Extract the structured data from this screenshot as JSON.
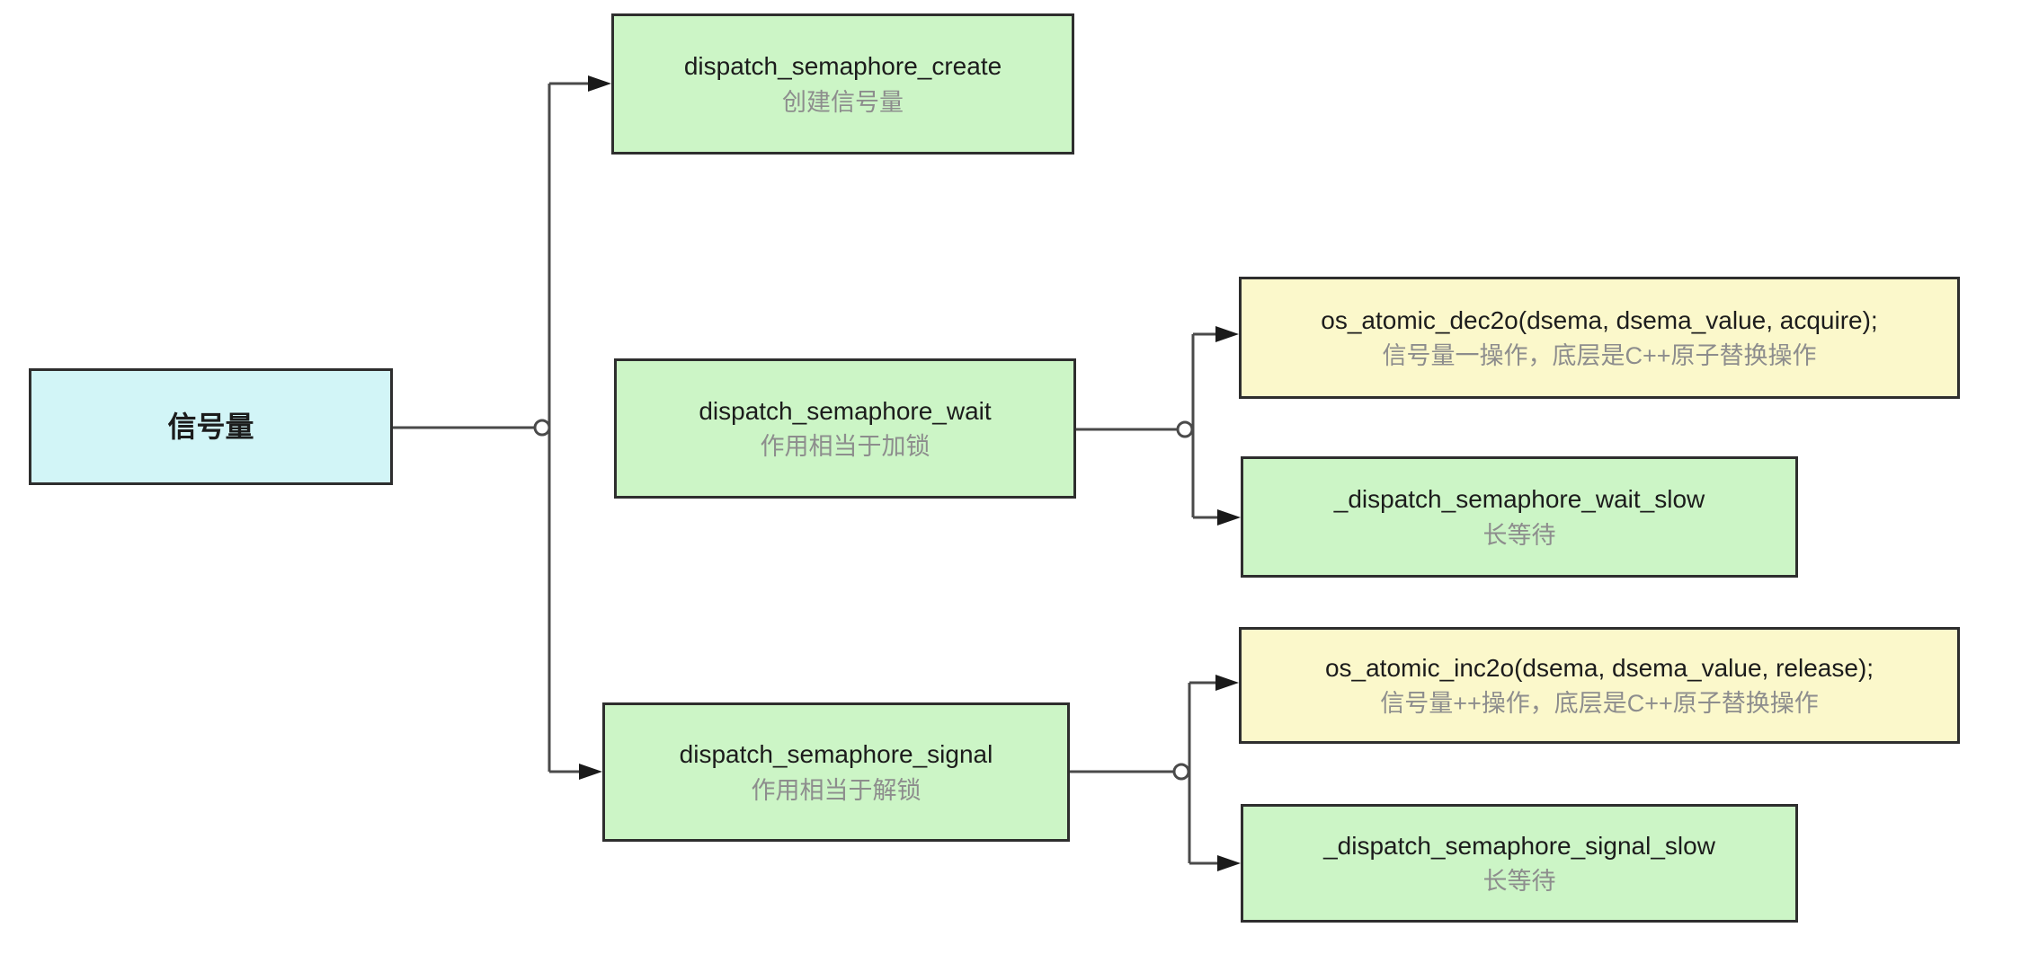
{
  "colors": {
    "canvas_bg": "#ffffff",
    "root_bg": "#d2f5f7",
    "node_bg": "#ccf5c6",
    "code_bg": "#fbf8cb",
    "border": "#2e2e2e",
    "line": "#4a4a4a",
    "arrow": "#1a1a1a",
    "title_text": "#1c1c1c",
    "subtitle_text": "#8d8d8d"
  },
  "nodes": {
    "root": {
      "title": "信号量"
    },
    "create": {
      "title": "dispatch_semaphore_create",
      "subtitle": "创建信号量"
    },
    "wait": {
      "title": "dispatch_semaphore_wait",
      "subtitle": "作用相当于加锁"
    },
    "signal": {
      "title": "dispatch_semaphore_signal",
      "subtitle": "作用相当于解锁"
    },
    "wait_atomic": {
      "title": "os_atomic_dec2o(dsema, dsema_value, acquire);",
      "subtitle": "信号量一操作，底层是C++原子替换操作"
    },
    "wait_slow": {
      "title": "_dispatch_semaphore_wait_slow",
      "subtitle": "长等待"
    },
    "signal_atomic": {
      "title": "os_atomic_inc2o(dsema, dsema_value, release);",
      "subtitle": "信号量++操作，底层是C++原子替换操作"
    },
    "signal_slow": {
      "title": "_dispatch_semaphore_signal_slow",
      "subtitle": "长等待"
    }
  },
  "edges": [
    {
      "from": "root",
      "to": "create"
    },
    {
      "from": "root",
      "to": "wait"
    },
    {
      "from": "root",
      "to": "signal"
    },
    {
      "from": "wait",
      "to": "wait_atomic"
    },
    {
      "from": "wait",
      "to": "wait_slow"
    },
    {
      "from": "signal",
      "to": "signal_atomic"
    },
    {
      "from": "signal",
      "to": "signal_slow"
    }
  ]
}
